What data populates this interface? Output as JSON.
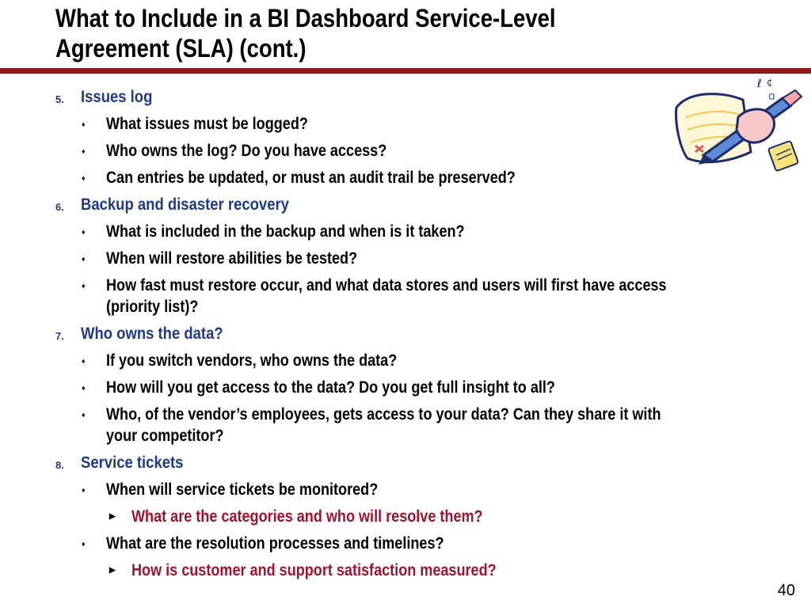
{
  "title_line1": "What to Include in a BI Dashboard Service-Level",
  "title_line2": "Agreement (SLA) (cont.)",
  "colors": {
    "rule": "#8b1a1a",
    "heading": "#1f3a8a",
    "sub_bullet": "#a0132f"
  },
  "sections": [
    {
      "number": "5.",
      "heading": "Issues log",
      "bullets": [
        {
          "text": "What issues must be logged?"
        },
        {
          "text": "Who owns the log? Do you have access?"
        },
        {
          "text": "Can entries be updated, or must an audit trail be preserved?"
        }
      ]
    },
    {
      "number": "6.",
      "heading": "Backup and disaster recovery",
      "bullets": [
        {
          "text": "What is included in the backup and when is it taken?"
        },
        {
          "text": "When will restore abilities be tested?"
        },
        {
          "line1": "How fast must restore occur, and what data stores and users will first have access",
          "line2": "(priority list)?"
        }
      ]
    },
    {
      "number": "7.",
      "heading": "Who owns the data?",
      "bullets": [
        {
          "text": "If you switch vendors, who owns the data?"
        },
        {
          "text": "How will you get access to the data? Do you get full insight to all?"
        },
        {
          "line1": "Who, of the vendor’s employees, gets access to your data? Can they share it with",
          "line2": "your competitor?"
        }
      ]
    },
    {
      "number": "8.",
      "heading": "Service tickets",
      "bullets": [
        {
          "text": "When will service tickets be monitored?",
          "sub": "What are the categories and who will resolve them?"
        },
        {
          "text": "What are the resolution processes and timelines?",
          "sub": "How is customer and support satisfaction measured?"
        }
      ]
    }
  ],
  "page_number": "40",
  "clipart_icon": "writing-pen-clipart-icon"
}
